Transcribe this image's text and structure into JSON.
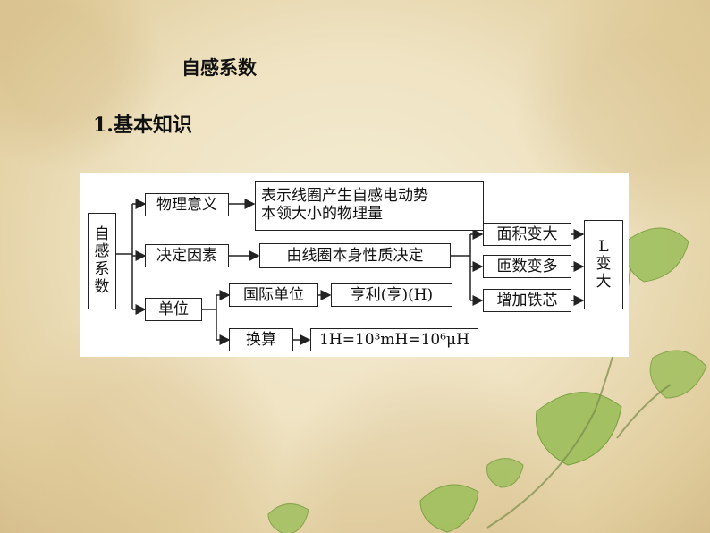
{
  "slide": {
    "title": "自感系数",
    "section": "1.基本知识"
  },
  "diagram": {
    "root": [
      "自",
      "感",
      "系",
      "数"
    ],
    "nodes": {
      "meaning": "物理意义",
      "meaning_desc_line1": "表示线圈产生自感电动势",
      "meaning_desc_line2": "本领大小的物理量",
      "determine": "决定因素",
      "determine_desc": "由线圈本身性质决定",
      "unit": "单位",
      "si_unit": "国际单位",
      "si_unit_value": "亨利(亨)(H)",
      "conversion": "换算",
      "conversion_value": "1H=10³mH=10⁶μH",
      "factor_area": "面积变大",
      "factor_turns": "匝数变多",
      "factor_core": "增加铁芯",
      "result": [
        "L",
        "变",
        "大"
      ]
    }
  }
}
